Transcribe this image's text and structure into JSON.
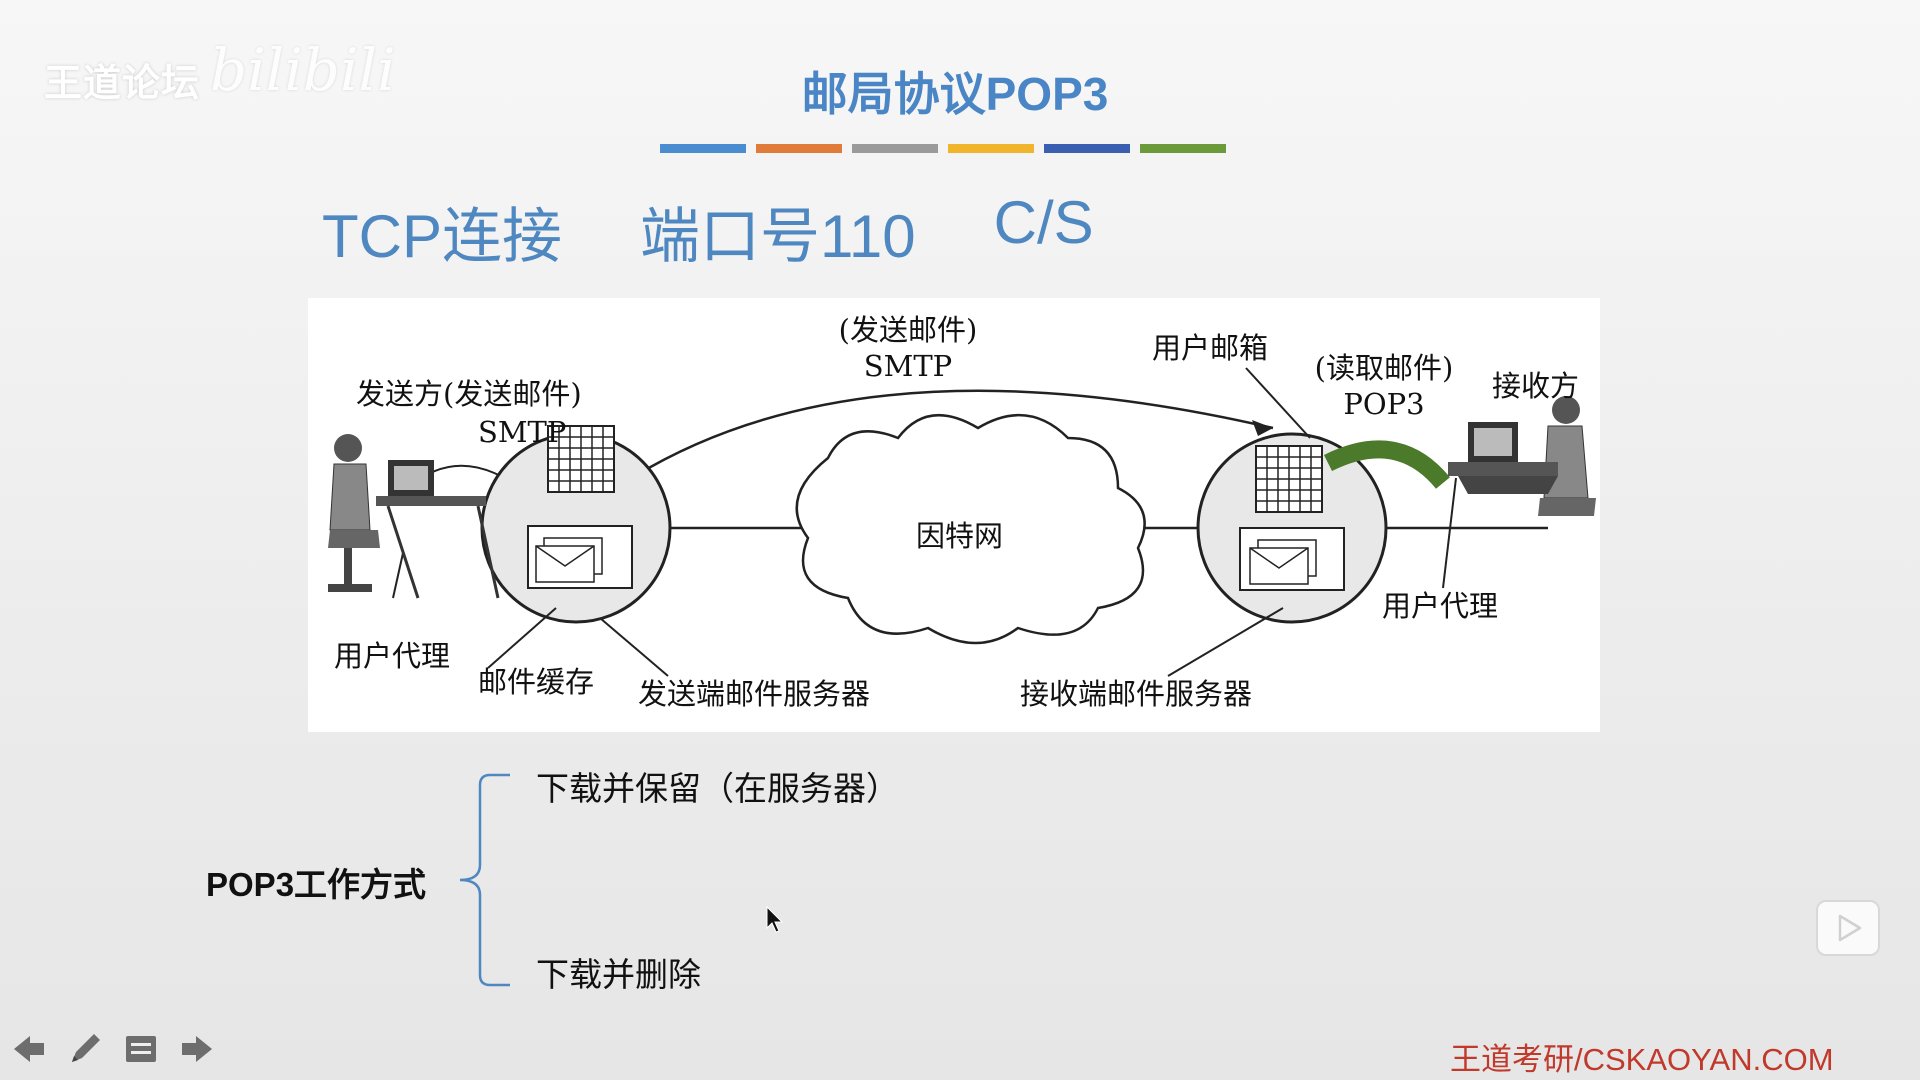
{
  "watermark": {
    "text": "王道论坛",
    "logo": "bilibili"
  },
  "slide": {
    "title": "邮局协议POP3",
    "subtitle": [
      "TCP连接",
      "端口号110",
      "C/S"
    ],
    "colors": [
      "#4a8cd0",
      "#e07b3a",
      "#9a9a9a",
      "#f0b52a",
      "#3a5fb0",
      "#6a9a3a"
    ]
  },
  "diagram": {
    "labels": {
      "sender": "发送方(发送邮件)",
      "sender_proto": "SMTP",
      "user_agent_left": "用户代理",
      "mail_cache": "邮件缓存",
      "sender_server": "发送端邮件服务器",
      "middle_action": "(发送邮件)",
      "middle_proto": "SMTP",
      "internet": "因特网",
      "mailbox": "用户邮箱",
      "read_action": "(读取邮件)",
      "read_proto": "POP3",
      "receiver": "接收方",
      "user_agent_right": "用户代理",
      "receiver_server": "接收端邮件服务器"
    }
  },
  "pop3_modes": {
    "title": "POP3工作方式",
    "options": [
      "下载并保留（在服务器）",
      "下载并删除"
    ]
  },
  "nav": {
    "icons": [
      "arrow-left-icon",
      "pen-icon",
      "menu-icon",
      "arrow-right-icon"
    ]
  },
  "brand": "王道考研/CSKAOYAN.COM"
}
